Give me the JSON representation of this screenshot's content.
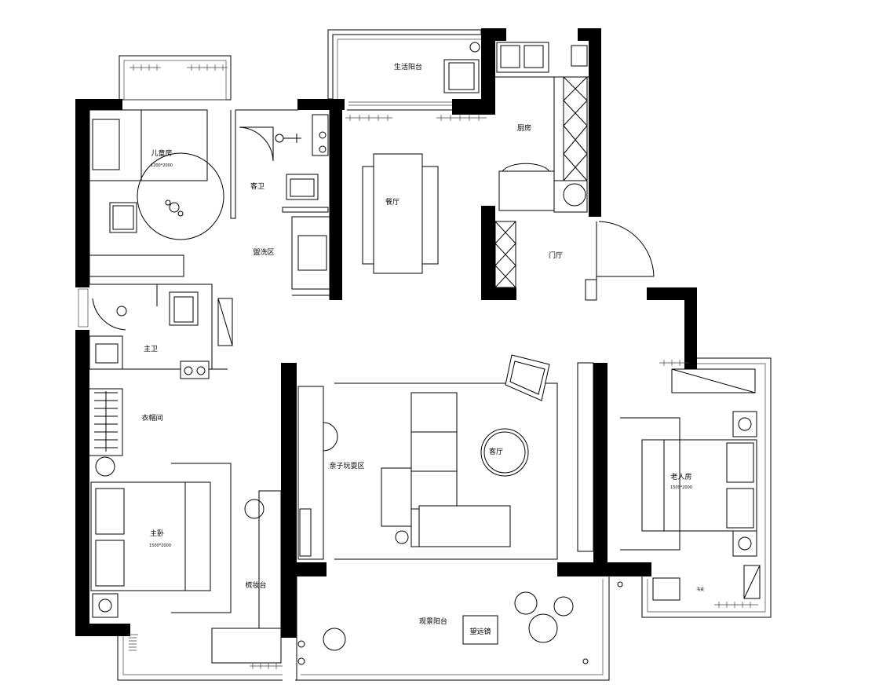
{
  "rooms": {
    "utility_balcony": "生活阳台",
    "kitchen": "厨房",
    "kids_room": "儿童房",
    "kids_room_size": "1200*2000",
    "guest_bath": "客卫",
    "wash_area": "盥洗区",
    "dining": "餐厅",
    "foyer": "门厅",
    "master_bath": "主卫",
    "closet": "衣帽间",
    "family_play": "亲子玩耍区",
    "living": "客厅",
    "elder_room": "老人房",
    "elder_room_size": "1500*2000",
    "desk_area": "书桌",
    "master_bed": "主卧",
    "master_bed_size": "1500*2000",
    "vanity": "梳妆台",
    "viewing_balcony": "观景阳台",
    "telescope": "望远镜"
  },
  "colors": {
    "wall": "#000000",
    "line": "#000000",
    "background": "#ffffff"
  }
}
